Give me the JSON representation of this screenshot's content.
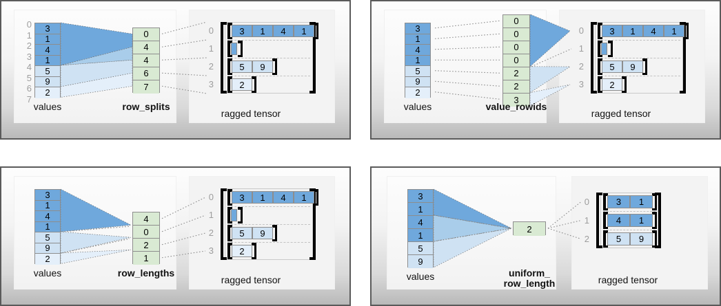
{
  "diagram": {
    "title_absent": true,
    "colors": {
      "dark_blue": "#6fa8dc",
      "light_blue": "#cfe2f3",
      "lighter_blue": "#e4effa",
      "green": "#d9ead3",
      "cell_border": "#8d8d8d",
      "index_gray": "#9d9d9d",
      "card_border": "#5a5a5a",
      "dotted_gray": "#8c8c8c",
      "bracket_black": "#000000"
    }
  },
  "panels": [
    {
      "id": "row-splits",
      "encoding_label": "row_splits",
      "values_label": "values",
      "ragged_label": "ragged tensor",
      "values": [
        3,
        1,
        4,
        1,
        5,
        9,
        2
      ],
      "values_shading": [
        "dark",
        "dark",
        "dark",
        "dark",
        "light",
        "light",
        "lighter"
      ],
      "values_indices": [
        0,
        1,
        2,
        3,
        4,
        5,
        6,
        7
      ],
      "encoding": [
        0,
        4,
        4,
        6,
        7
      ],
      "ragged_row_labels": [
        0,
        1,
        2,
        3
      ],
      "ragged_rows": [
        [
          3,
          1,
          4,
          1
        ],
        [],
        [
          5,
          9
        ],
        [
          2
        ]
      ],
      "ragged_rows_shading": [
        "dark",
        "dark",
        "light",
        "lighter"
      ]
    },
    {
      "id": "value-rowids",
      "encoding_label": "value_rowids",
      "values_label": "values",
      "ragged_label": "ragged tensor",
      "values": [
        3,
        1,
        4,
        1,
        5,
        9,
        2
      ],
      "values_shading": [
        "dark",
        "dark",
        "dark",
        "dark",
        "light",
        "light",
        "lighter"
      ],
      "values_indices": [],
      "encoding": [
        0,
        0,
        0,
        0,
        2,
        2,
        3
      ],
      "ragged_row_labels": [
        0,
        1,
        2,
        3
      ],
      "ragged_rows": [
        [
          3,
          1,
          4,
          1
        ],
        [],
        [
          5,
          9
        ],
        [
          2
        ]
      ],
      "ragged_rows_shading": [
        "dark",
        "dark",
        "light",
        "lighter"
      ]
    },
    {
      "id": "row-lengths",
      "encoding_label": "row_lengths",
      "values_label": "values",
      "ragged_label": "ragged tensor",
      "values": [
        3,
        1,
        4,
        1,
        5,
        9,
        2
      ],
      "values_shading": [
        "dark",
        "dark",
        "dark",
        "dark",
        "light",
        "light",
        "lighter"
      ],
      "values_indices": [],
      "encoding": [
        4,
        0,
        2,
        1
      ],
      "ragged_row_labels": [
        0,
        1,
        2,
        3
      ],
      "ragged_rows": [
        [
          3,
          1,
          4,
          1
        ],
        [],
        [
          5,
          9
        ],
        [
          2
        ]
      ],
      "ragged_rows_shading": [
        "dark",
        "dark",
        "light",
        "lighter"
      ]
    },
    {
      "id": "uniform-row-length",
      "encoding_label_line1": "uniform_",
      "encoding_label_line2": "row_length",
      "values_label": "values",
      "ragged_label": "ragged tensor",
      "values": [
        3,
        1,
        4,
        1,
        5,
        9
      ],
      "values_shading": [
        "dark",
        "dark",
        "dark",
        "dark",
        "light",
        "light"
      ],
      "values_indices": [],
      "encoding": [
        2
      ],
      "ragged_row_labels": [
        0,
        1,
        2
      ],
      "ragged_rows": [
        [
          3,
          1
        ],
        [
          4,
          1
        ],
        [
          5,
          9
        ]
      ],
      "ragged_rows_shading": [
        "dark",
        "dark",
        "light"
      ]
    }
  ]
}
